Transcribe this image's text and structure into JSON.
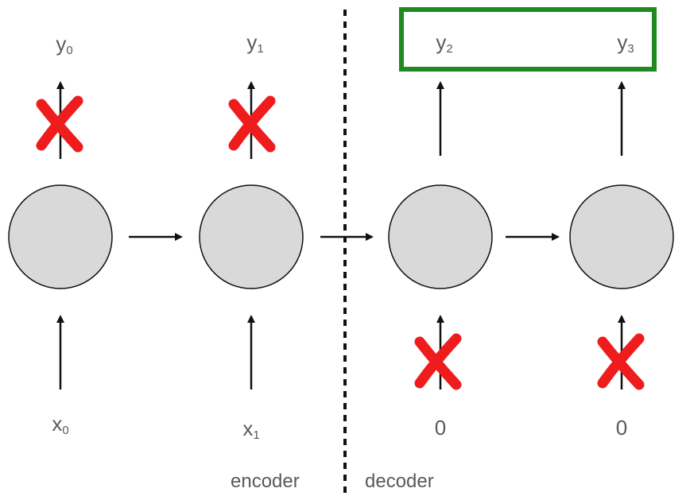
{
  "nodes": [
    {
      "output_label": "y",
      "output_index": "0",
      "input_label": "x",
      "input_index": "0",
      "output_crossed": true,
      "input_crossed": false,
      "section": "encoder"
    },
    {
      "output_label": "y",
      "output_index": "1",
      "input_label": "x",
      "input_index": "1",
      "output_crossed": true,
      "input_crossed": false,
      "section": "encoder"
    },
    {
      "output_label": "y",
      "output_index": "2",
      "input_label": "0",
      "input_index": "",
      "output_crossed": false,
      "input_crossed": true,
      "section": "decoder"
    },
    {
      "output_label": "y",
      "output_index": "3",
      "input_label": "0",
      "input_index": "",
      "output_crossed": false,
      "input_crossed": true,
      "section": "decoder"
    }
  ],
  "sections": {
    "left": "encoder",
    "right": "decoder"
  },
  "colors": {
    "node_fill": "#d9d9d9",
    "node_stroke": "#111111",
    "cross": "#ee1c1c",
    "highlight_box": "#1f8a1f",
    "text": "#5a5a5a",
    "divider": "#111111"
  }
}
